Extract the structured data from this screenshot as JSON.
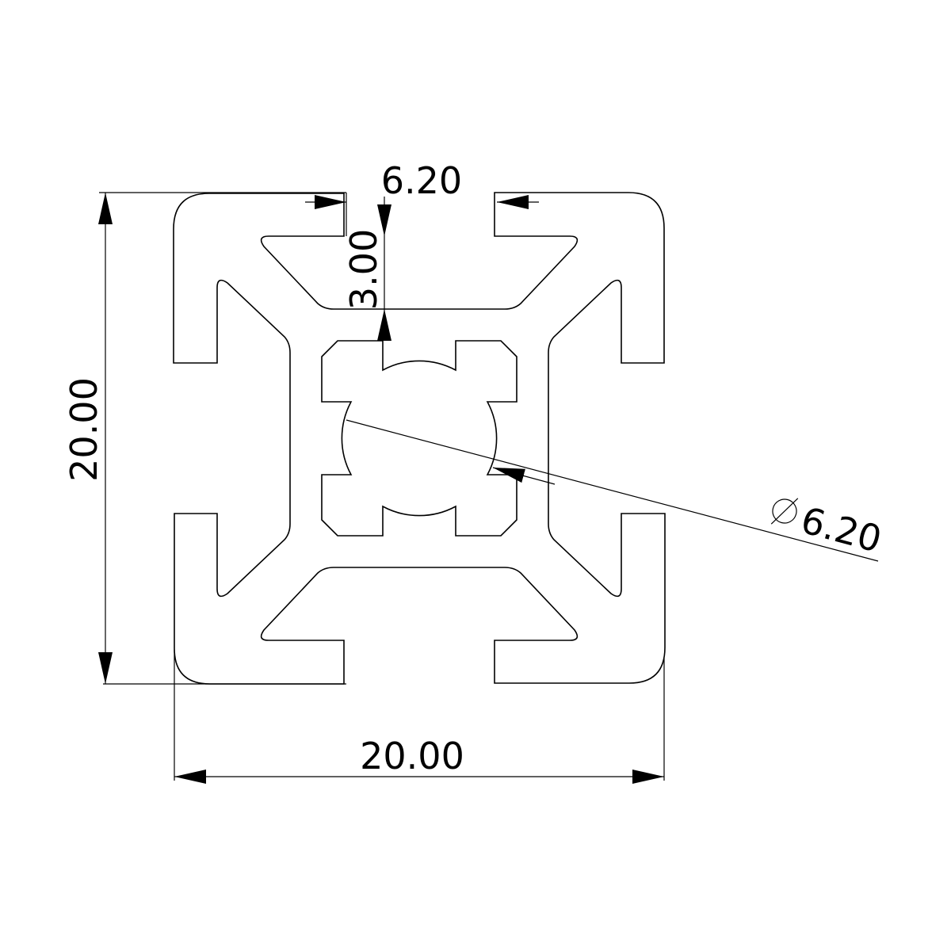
{
  "drawing": {
    "title": "20x20 aluminium extrusion profile cross-section",
    "colors": {
      "line": "#000000",
      "background": "#ffffff"
    },
    "dimensions": {
      "slot_width": "6.20",
      "slot_lip_depth": "3.00",
      "height": "20.00",
      "width": "20.00",
      "center_bore_symbol": "⌀",
      "center_bore": "6.20"
    }
  }
}
